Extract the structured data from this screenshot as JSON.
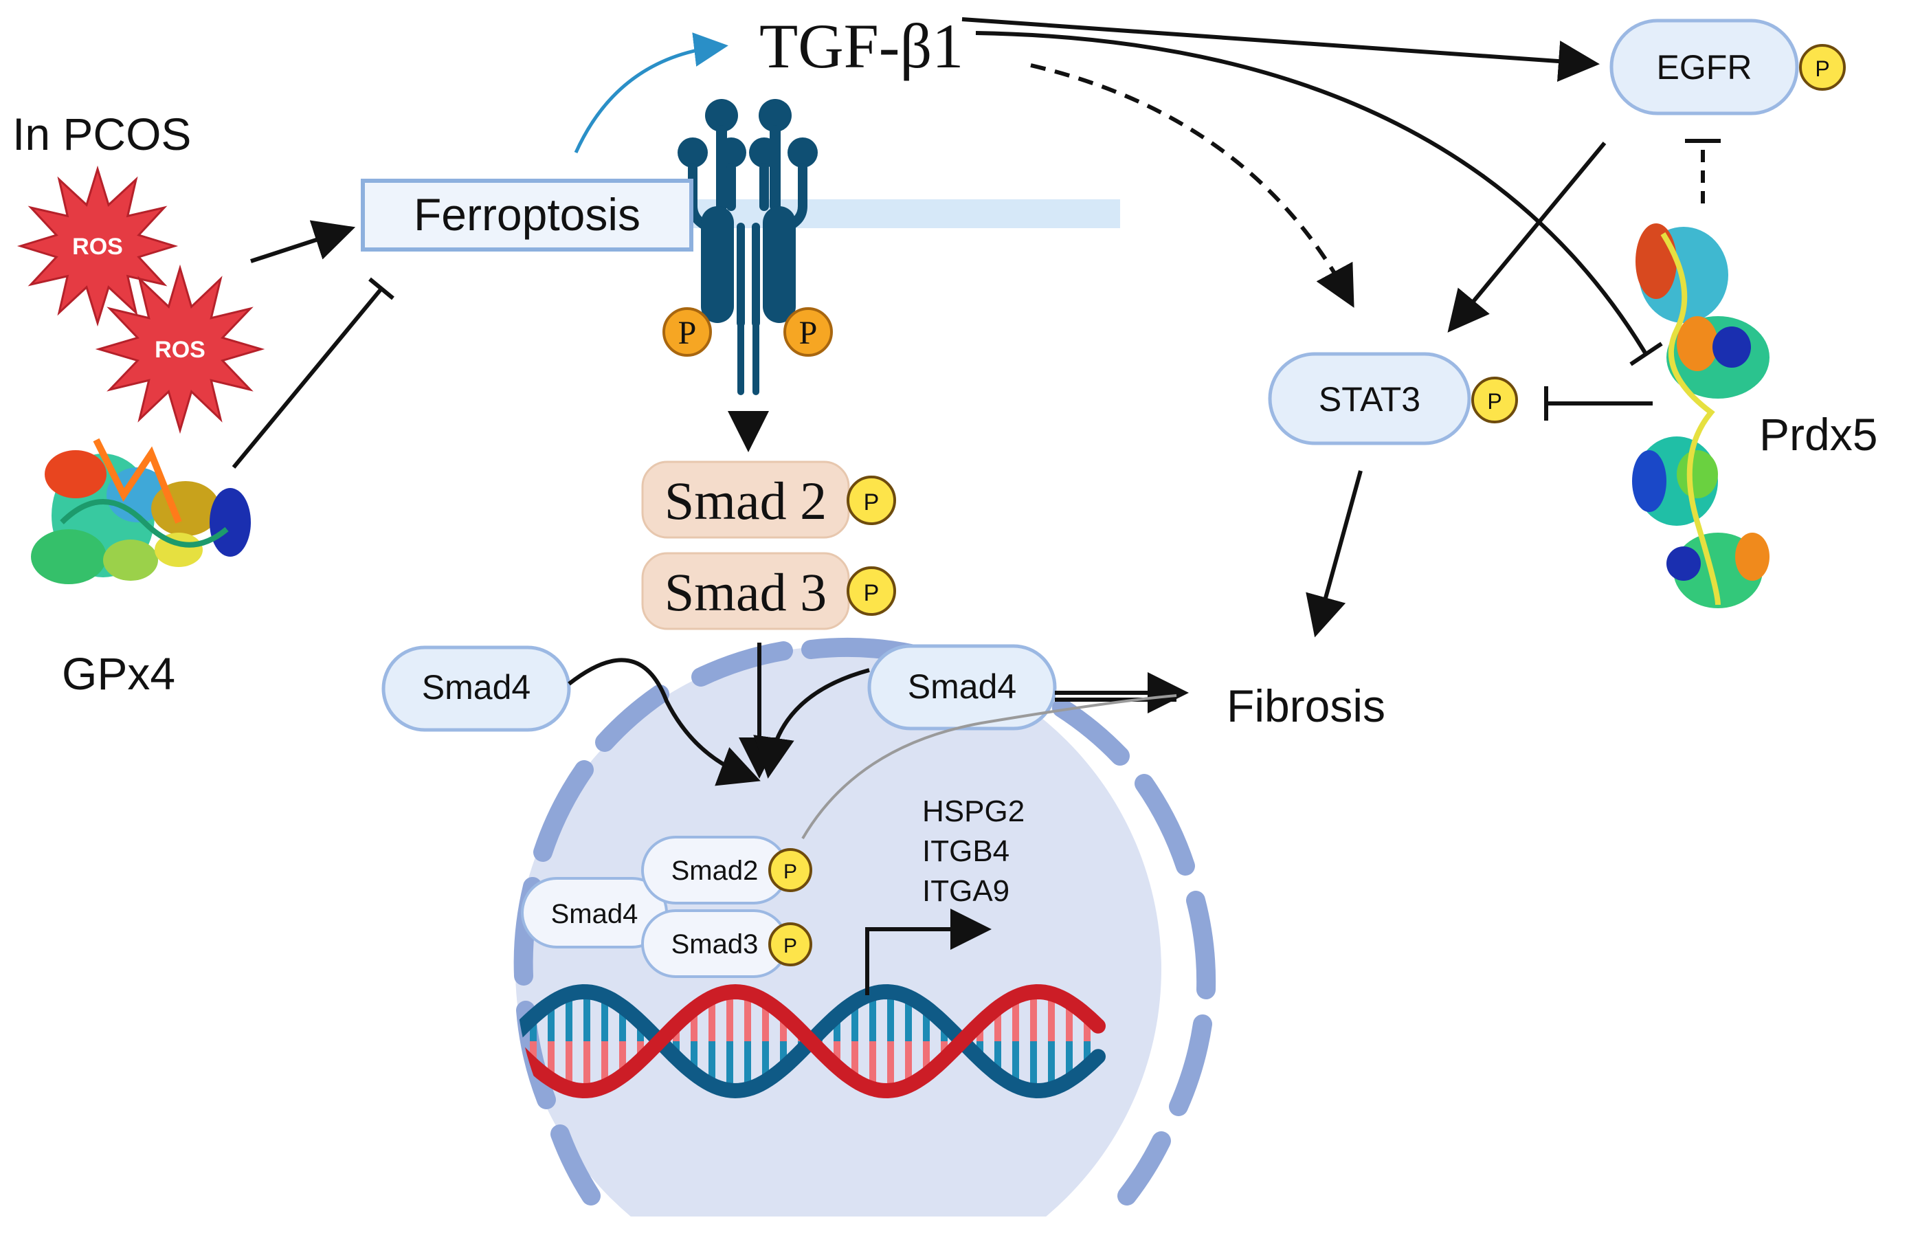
{
  "labels": {
    "condition": "In PCOS",
    "ros": "ROS",
    "ferroptosis": "Ferroptosis",
    "gpx4": "GPx4",
    "tgf": "TGF-β1",
    "egfr": "EGFR",
    "stat3": "STAT3",
    "prdx5": "Prdx5",
    "fibrosis": "Fibrosis",
    "smad2": "Smad 2",
    "smad3": "Smad 3",
    "smad4": "Smad4",
    "smad2_small": "Smad2",
    "smad3_small": "Smad3",
    "phospho": "P",
    "genes": [
      "HSPG2",
      "ITGB4",
      "ITGA9"
    ]
  },
  "colors": {
    "receptor": "#0f4f73",
    "phospho_badge": "#fde44a",
    "phospho_receptor": "#f6a623",
    "nucleus": "#dbe2f3",
    "nuclear_envelope": "#8fa6d8",
    "dna_red": "#cc1d26",
    "dna_blue": "#0f5a86",
    "ros": "#e53b43",
    "activation_arrow": "#2a8fc7"
  }
}
